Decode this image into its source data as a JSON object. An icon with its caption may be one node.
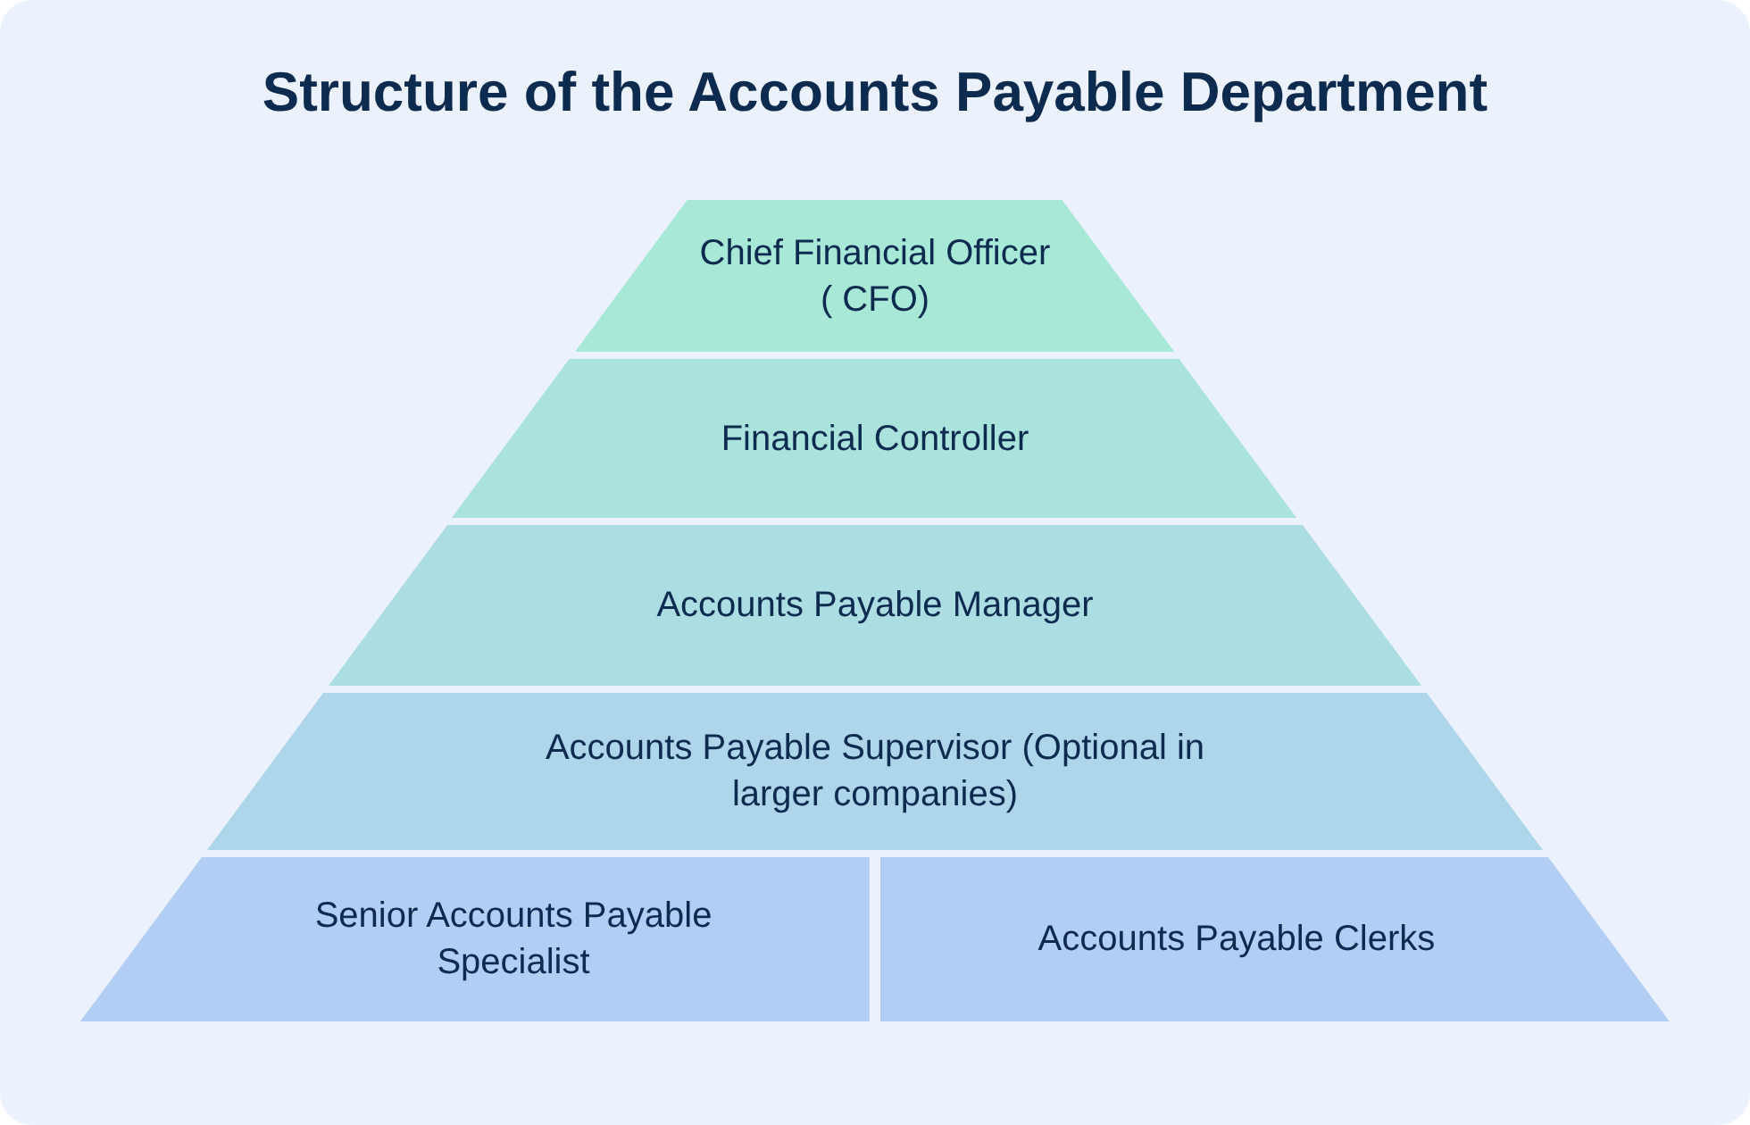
{
  "diagram": {
    "title": "Structure of the Accounts Payable Department",
    "nodes": [
      {
        "text": [
          "Chief Financial Officer ( CFO)"
        ]
      },
      {
        "text": [
          "Financial Controller"
        ]
      },
      {
        "text": [
          "Accounts Payable Manager"
        ]
      },
      {
        "text": [
          "Accounts Payable Supervisor (Optional in larger companies)"
        ]
      },
      {
        "text": [
          "Senior Accounts Payable Specialist"
        ]
      },
      {
        "text": [
          "Accounts Payable Clerks"
        ]
      }
    ]
  }
}
